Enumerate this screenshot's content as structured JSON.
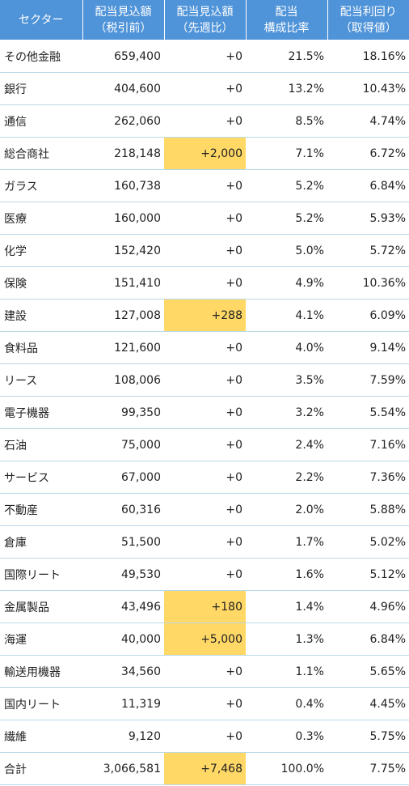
{
  "headers": [
    {
      "line1": "セクター",
      "line2": ""
    },
    {
      "line1": "配当見込額",
      "line2": "（税引前）"
    },
    {
      "line1": "配当見込額",
      "line2": "（先週比）"
    },
    {
      "line1": "配当",
      "line2": "構成比率"
    },
    {
      "line1": "配当利回り",
      "line2": "（取得値）"
    }
  ],
  "highlight_color": "#ffd866",
  "header_color": "#4f93d8",
  "rows": [
    {
      "sector": "その他金融",
      "dividend": "659,400",
      "change": "+0",
      "share": "21.5%",
      "yield": "18.16%",
      "highlight": false
    },
    {
      "sector": "銀行",
      "dividend": "404,600",
      "change": "+0",
      "share": "13.2%",
      "yield": "10.43%",
      "highlight": false
    },
    {
      "sector": "通信",
      "dividend": "262,060",
      "change": "+0",
      "share": "8.5%",
      "yield": "4.74%",
      "highlight": false
    },
    {
      "sector": "総合商社",
      "dividend": "218,148",
      "change": "+2,000",
      "share": "7.1%",
      "yield": "6.72%",
      "highlight": true
    },
    {
      "sector": "ガラス",
      "dividend": "160,738",
      "change": "+0",
      "share": "5.2%",
      "yield": "6.84%",
      "highlight": false
    },
    {
      "sector": "医療",
      "dividend": "160,000",
      "change": "+0",
      "share": "5.2%",
      "yield": "5.93%",
      "highlight": false
    },
    {
      "sector": "化学",
      "dividend": "152,420",
      "change": "+0",
      "share": "5.0%",
      "yield": "5.72%",
      "highlight": false
    },
    {
      "sector": "保険",
      "dividend": "151,410",
      "change": "+0",
      "share": "4.9%",
      "yield": "10.36%",
      "highlight": false
    },
    {
      "sector": "建設",
      "dividend": "127,008",
      "change": "+288",
      "share": "4.1%",
      "yield": "6.09%",
      "highlight": true
    },
    {
      "sector": "食料品",
      "dividend": "121,600",
      "change": "+0",
      "share": "4.0%",
      "yield": "9.14%",
      "highlight": false
    },
    {
      "sector": "リース",
      "dividend": "108,006",
      "change": "+0",
      "share": "3.5%",
      "yield": "7.59%",
      "highlight": false
    },
    {
      "sector": "電子機器",
      "dividend": "99,350",
      "change": "+0",
      "share": "3.2%",
      "yield": "5.54%",
      "highlight": false
    },
    {
      "sector": "石油",
      "dividend": "75,000",
      "change": "+0",
      "share": "2.4%",
      "yield": "7.16%",
      "highlight": false
    },
    {
      "sector": "サービス",
      "dividend": "67,000",
      "change": "+0",
      "share": "2.2%",
      "yield": "7.36%",
      "highlight": false
    },
    {
      "sector": "不動産",
      "dividend": "60,316",
      "change": "+0",
      "share": "2.0%",
      "yield": "5.88%",
      "highlight": false
    },
    {
      "sector": "倉庫",
      "dividend": "51,500",
      "change": "+0",
      "share": "1.7%",
      "yield": "5.02%",
      "highlight": false
    },
    {
      "sector": "国際リート",
      "dividend": "49,530",
      "change": "+0",
      "share": "1.6%",
      "yield": "5.12%",
      "highlight": false
    },
    {
      "sector": "金属製品",
      "dividend": "43,496",
      "change": "+180",
      "share": "1.4%",
      "yield": "4.96%",
      "highlight": true
    },
    {
      "sector": "海運",
      "dividend": "40,000",
      "change": "+5,000",
      "share": "1.3%",
      "yield": "6.84%",
      "highlight": true
    },
    {
      "sector": "輸送用機器",
      "dividend": "34,560",
      "change": "+0",
      "share": "1.1%",
      "yield": "5.65%",
      "highlight": false
    },
    {
      "sector": "国内リート",
      "dividend": "11,319",
      "change": "+0",
      "share": "0.4%",
      "yield": "4.45%",
      "highlight": false
    },
    {
      "sector": "繊維",
      "dividend": "9,120",
      "change": "+0",
      "share": "0.3%",
      "yield": "5.75%",
      "highlight": false
    },
    {
      "sector": "合計",
      "dividend": "3,066,581",
      "change": "+7,468",
      "share": "100.0%",
      "yield": "7.75%",
      "highlight": true
    }
  ]
}
